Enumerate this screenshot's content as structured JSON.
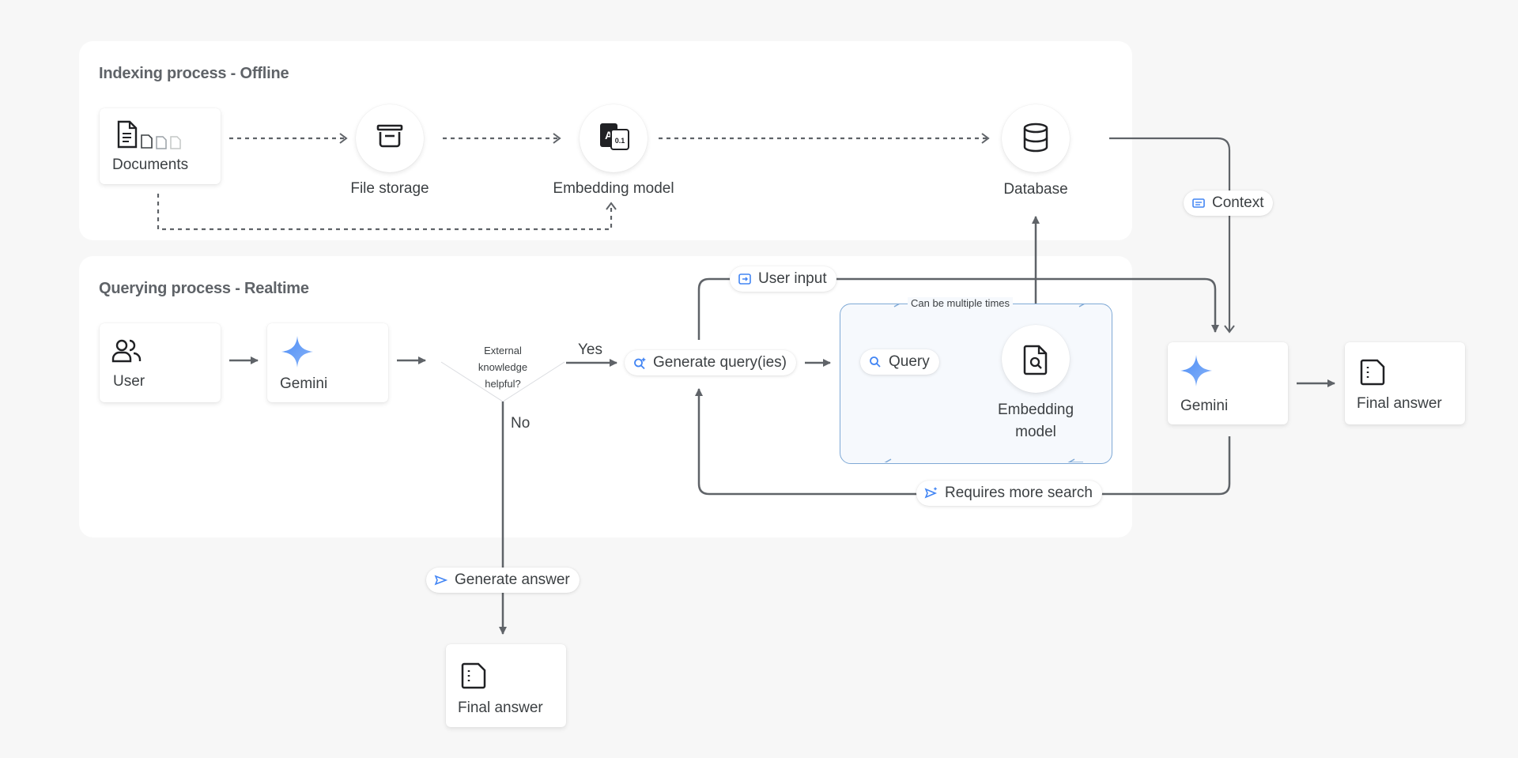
{
  "indexing": {
    "title": "Indexing process - Offline",
    "documents": "Documents",
    "file_storage": "File storage",
    "embedding_model": "Embedding model",
    "database": "Database"
  },
  "querying": {
    "title": "Querying process - Realtime",
    "user": "User",
    "gemini": "Gemini",
    "decision": [
      "External",
      "knowledge",
      "helpful?"
    ],
    "yes": "Yes",
    "no": "No",
    "generate_query": "Generate query(ies)",
    "user_input": "User input",
    "loop_label": "Can be multiple times",
    "query": "Query",
    "embedding_model": [
      "Embedding",
      "model"
    ],
    "requires_more_search": "Requires more search",
    "generate_answer": "Generate answer",
    "final_answer_bottom": "Final answer"
  },
  "output": {
    "context": "Context",
    "gemini": "Gemini",
    "final_answer": "Final answer"
  },
  "colors": {
    "accent_blue": "#4285f4",
    "loop_border": "#7fa9d6",
    "arrow": "#5f6368"
  }
}
